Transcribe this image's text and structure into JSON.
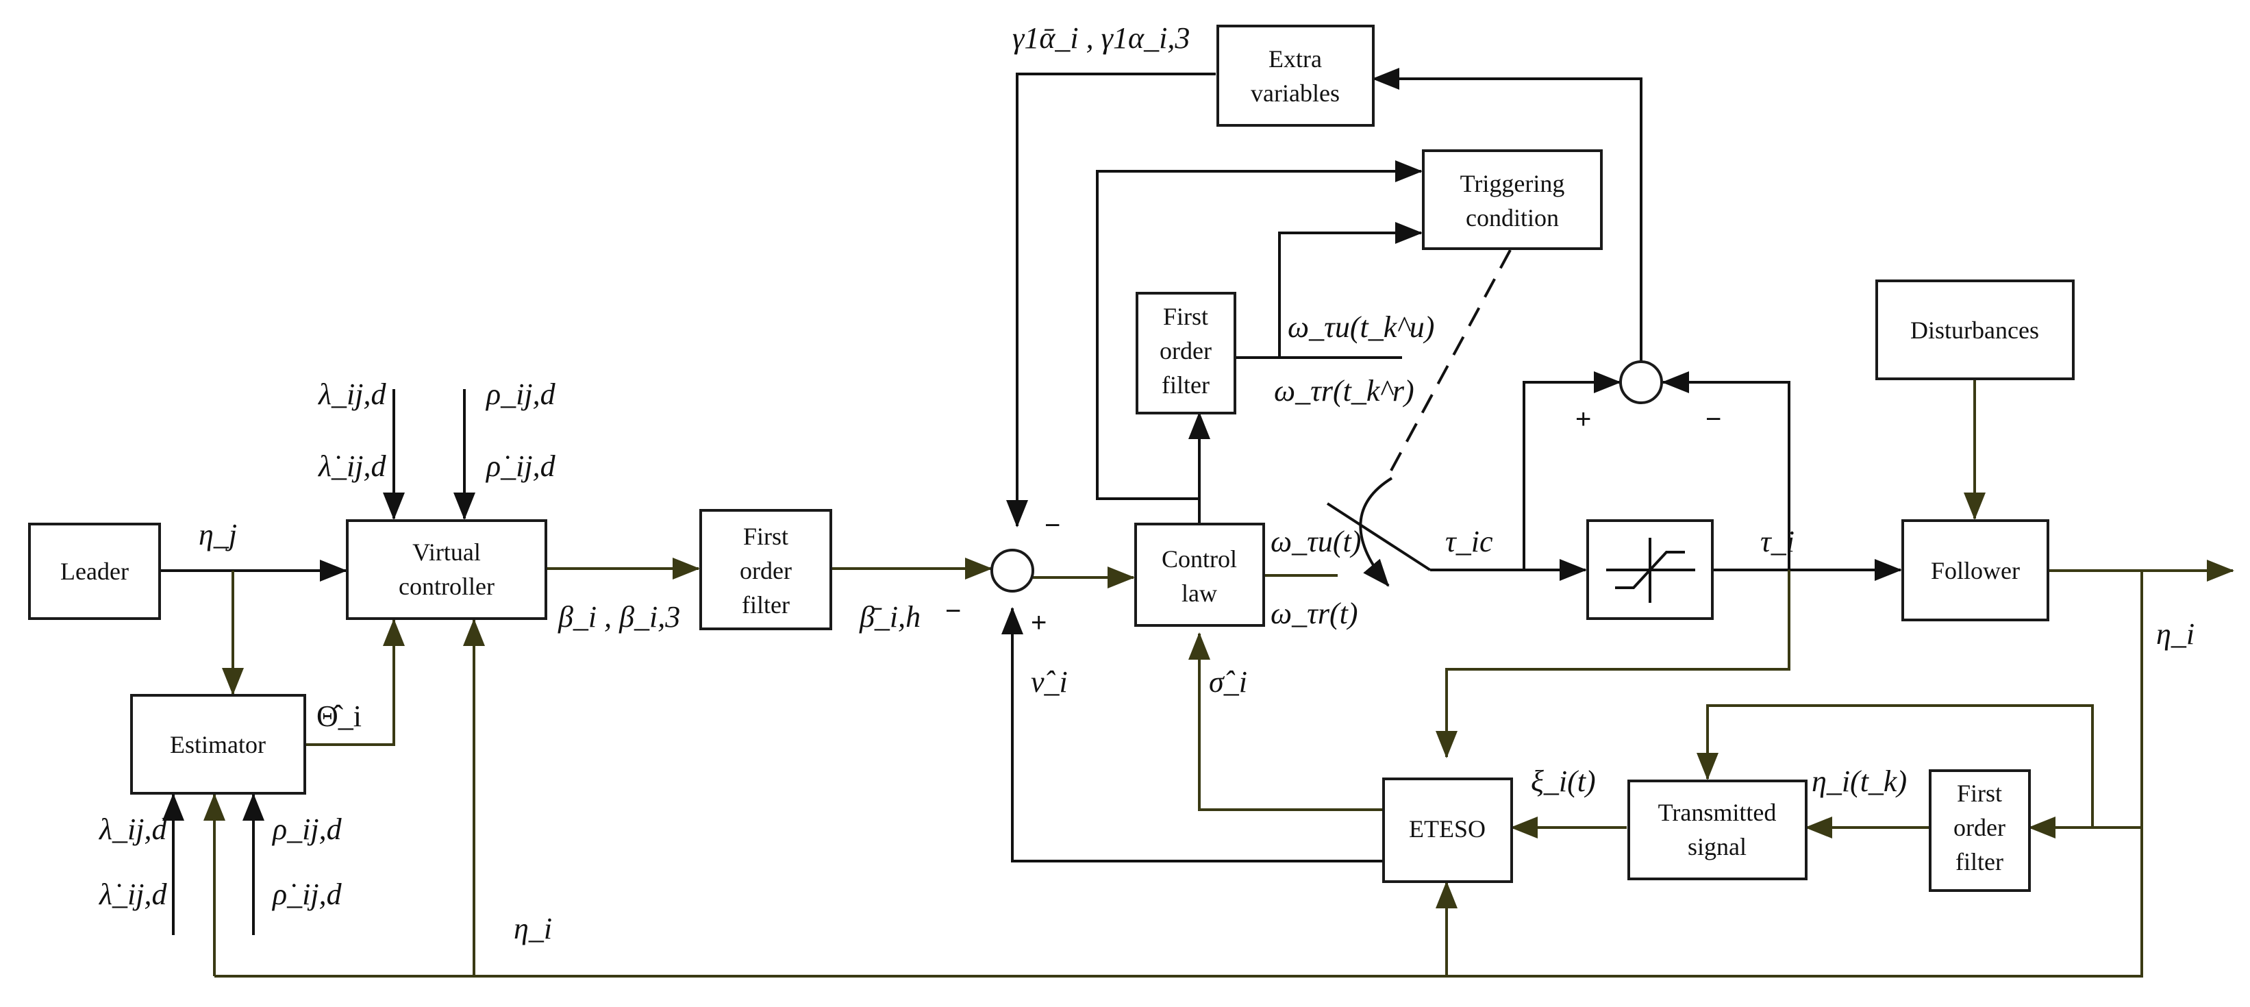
{
  "colors": {
    "line_black": "#111111",
    "line_olive": "#3a3a14",
    "box_stroke": "#1a1a1a"
  },
  "blocks": {
    "leader": "Leader",
    "virtual_controller": [
      "Virtual",
      "controller"
    ],
    "estimator": "Estimator",
    "first_order_filter_1": [
      "First",
      "order",
      "filter"
    ],
    "control_law": [
      "Control",
      "law"
    ],
    "first_order_filter_2": [
      "First",
      "order",
      "filter"
    ],
    "triggering_condition": [
      "Triggering",
      "condition"
    ],
    "extra_variables": [
      "Extra",
      "variables"
    ],
    "disturbances": "Disturbances",
    "follower": "Follower",
    "eteso": "ETESO",
    "transmitted_signal": [
      "Transmitted",
      "signal"
    ],
    "first_order_filter_3": [
      "First",
      "order",
      "filter"
    ],
    "saturation_icon": "saturation-icon"
  },
  "signals": {
    "eta_j": "η_j",
    "lambda_top": "λ_ij,d",
    "lambda_dot_top": "λ̇_ij,d",
    "rho_top": "ρ_ij,d",
    "rho_dot_top": "ρ̇_ij,d",
    "lambda_bottom": "λ_ij,d",
    "lambda_dot_bottom": "λ̇_ij,d",
    "rho_bottom": "ρ_ij,d",
    "rho_dot_bottom": "ρ̇_ij,d",
    "theta_hat": "Θ̂_i",
    "beta": "β_i , β_i,3",
    "beta_bar": "β̄_i,h",
    "nu_hat": "ν̂_i",
    "sigma_hat": "σ̂_i",
    "gamma_alpha": "γ1ᾱ_i , γ1α_i,3",
    "omega_tu_tk": "ω_τu(t_k^u)",
    "omega_tr_tk": "ω_τr(t_k^r)",
    "omega_tu_t": "ω_τu(t)",
    "omega_tr_t": "ω_τr(t)",
    "tau_ic": "τ_ic",
    "tau_i": "τ_i",
    "eta_i_right": "η_i",
    "eta_i_tk": "η_i(t_k)",
    "xi_i": "ξ_i(t)",
    "eta_i_bottom": "η_i"
  },
  "signs": {
    "sum_minus_top": "−",
    "sum_minus_left": "−",
    "sum_plus_bottom": "+",
    "cmp_plus": "+",
    "cmp_minus": "−"
  }
}
